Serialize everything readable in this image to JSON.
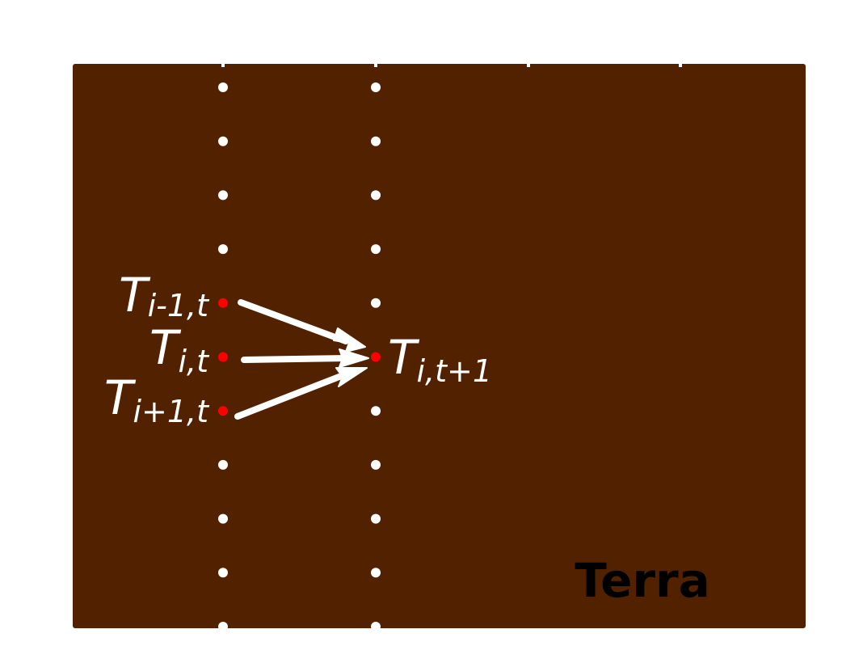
{
  "colors": {
    "ground": "#522200",
    "grid_node": "#ffffff",
    "highlight_node": "#ff0000",
    "arrow": "#ffffff",
    "background": "#ffffff"
  },
  "labels": {
    "terra": "Terra",
    "node_prev": {
      "main": "T",
      "sub": "i-1,t"
    },
    "node_curr": {
      "main": "T",
      "sub": "i,t"
    },
    "node_next": {
      "main": "T",
      "sub": "i+1,t"
    },
    "node_result": {
      "main": "T",
      "sub": "i,t+1"
    }
  },
  "grid": {
    "columns": 2,
    "nodes_per_column": 11,
    "highlighted": [
      {
        "column": 0,
        "row": 4
      },
      {
        "column": 0,
        "row": 5
      },
      {
        "column": 0,
        "row": 6
      },
      {
        "column": 1,
        "row": 5
      }
    ]
  }
}
